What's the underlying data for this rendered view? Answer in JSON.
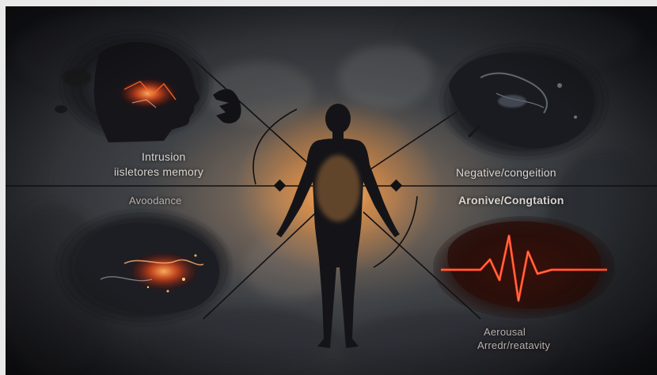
{
  "labels": {
    "intrusion_title": "Intrusion",
    "intrusion_sub": "iisletores memory",
    "avoidance": "Avoodance",
    "negative": "Negative/congeition",
    "arousal_cog": "Aronive/Congtation",
    "arousal_title": "Aerousal",
    "arousal_sub": "Arredr/reatavity"
  },
  "colors": {
    "background_dark": "#1c1d22",
    "glow_center": "#f0a040",
    "ember": "#ff4a1a",
    "heartbeat": "#ff3a1a",
    "smoke": "#3c3f45",
    "line": "#101013"
  },
  "icons": {
    "center": "human-silhouette-icon",
    "intrusion": "head-profile-icon",
    "hand": "hand-icon",
    "avoidance": "storm-cloud-icon",
    "negative": "dark-cloud-icon",
    "arousal": "heartbeat-icon"
  }
}
